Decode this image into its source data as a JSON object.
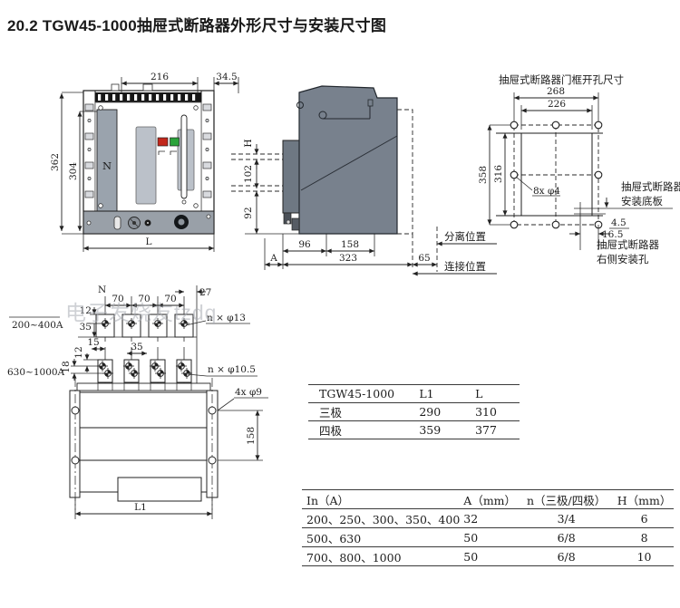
{
  "page": {
    "title": "20.2 TGW45-1000抽屉式断路器外形尺寸与安装尺寸图"
  },
  "watermark": {
    "text": "电子发烧友tzdq"
  },
  "front_view": {
    "dim_216": "216",
    "dim_34_5": "34.5",
    "dim_362": "362",
    "dim_304": "304",
    "dim_L": "L",
    "label_N": "N"
  },
  "side_view": {
    "dim_H": "H",
    "dim_102": "102",
    "dim_92": "92",
    "dim_96": "96",
    "dim_158": "158",
    "dim_323": "323",
    "dim_A": "A",
    "dim_65": "65",
    "label_separated": "分离位置",
    "label_connected": "连接位置"
  },
  "door_frame": {
    "title": "抽屉式断路器门框开孔尺寸",
    "dim_268": "268",
    "dim_226": "226",
    "dim_358": "358",
    "dim_316": "316",
    "holes": "8x φ4",
    "dim_4_5": "4.5",
    "dim_16_5": "16.5",
    "note_breaker_1": "抽屉式断路器",
    "note_base_plate": "安装底板",
    "note_breaker_2": "抽屉式断路器",
    "note_side_holes": "右侧安装孔"
  },
  "terminals": {
    "label_row1": "200~400A",
    "label_row2": "630~1000A",
    "label_N": "N",
    "dim_70": "70",
    "dim_27": "27",
    "dim_12": "12",
    "dim_35": "35",
    "dim_15": "15",
    "dim_35b": "35",
    "dim_12b": "12",
    "dim_18": "18",
    "holes_row1": "n × φ13",
    "holes_row2": "n × φ10.5"
  },
  "base_plate": {
    "holes": "4x φ9",
    "dim_158": "158",
    "dim_L1": "L1"
  },
  "table_poles": {
    "headers": [
      "TGW45-1000",
      "L1",
      "L"
    ],
    "rows": [
      [
        "三极",
        "290",
        "310"
      ],
      [
        "四极",
        "359",
        "377"
      ]
    ]
  },
  "table_current": {
    "headers": [
      "In（A）",
      "A（mm）",
      "n（三极/四极）",
      "H（mm）"
    ],
    "rows": [
      [
        "200、250、300、350、400",
        "32",
        "3/4",
        "6"
      ],
      [
        "500、630",
        "50",
        "6/8",
        "8"
      ],
      [
        "700、800、1000",
        "50",
        "6/8",
        "10"
      ]
    ]
  }
}
